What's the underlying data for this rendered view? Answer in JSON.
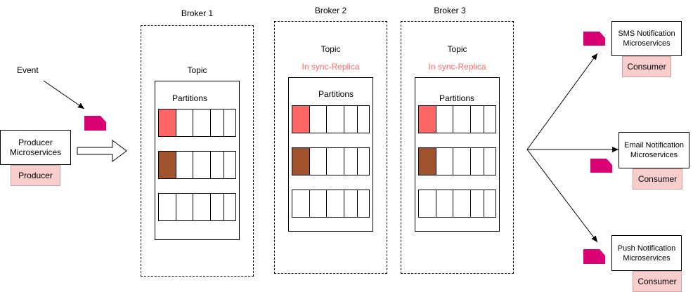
{
  "colors": {
    "event_marker": "#d80073",
    "partition_first": "#ff6666",
    "partition_second": "#a0522d",
    "label_fill": "#f8cecc",
    "replica_text": "#ff6666"
  },
  "event_label": "Event",
  "producer": {
    "title_line1": "Producer",
    "title_line2": "Microservices",
    "label": "Producer"
  },
  "brokers": [
    {
      "title": "Broker 1",
      "topic_label": "Topic",
      "replica_label": "",
      "partitions_label": "Partitions",
      "partition_rows": [
        {
          "first_cell": "partition_first"
        },
        {
          "first_cell": "partition_second"
        },
        {
          "first_cell": "none"
        }
      ]
    },
    {
      "title": "Broker 2",
      "topic_label": "Topic",
      "replica_label": "In sync-Replica",
      "partitions_label": "Partitions",
      "partition_rows": [
        {
          "first_cell": "partition_first"
        },
        {
          "first_cell": "partition_second"
        },
        {
          "first_cell": "none"
        }
      ]
    },
    {
      "title": "Broker 3",
      "topic_label": "Topic",
      "replica_label": "In sync-Replica",
      "partitions_label": "Partitions",
      "partition_rows": [
        {
          "first_cell": "partition_first"
        },
        {
          "first_cell": "partition_second"
        },
        {
          "first_cell": "none"
        }
      ]
    }
  ],
  "consumers": [
    {
      "title_line1": "SMS Notification",
      "title_line2": "Microservices",
      "label": "Consumer"
    },
    {
      "title_line1": "Email Notification",
      "title_line2": "Microservices",
      "label": "Consumer"
    },
    {
      "title_line1": "Push Notification",
      "title_line2": "Microservices",
      "label": "Consumer"
    }
  ]
}
